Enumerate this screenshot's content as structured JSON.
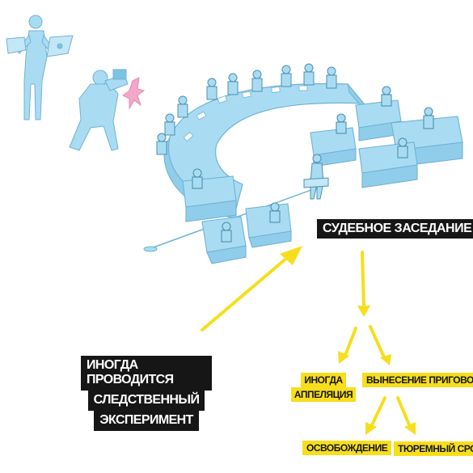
{
  "colors": {
    "illustration": "#a9dcf2",
    "illustration_dark": "#7fc3e3",
    "outline": "#4d8fb0",
    "arrow": "#f7de1d",
    "label_dark_bg": "#161616",
    "label_yellow_bg": "#f7de1d",
    "flash": "#f4a6c8"
  },
  "labels": {
    "court_session": "СУДЕБНОЕ ЗАСЕДАНИЕ",
    "experiment_line1": "ИНОГДА ПРОВОДИТСЯ",
    "experiment_line2": "СЛЕДСТВЕННЫЙ",
    "experiment_line3": "ЭКСПЕРИМЕНТ",
    "appeal_line1": "ИНОГДА",
    "appeal_line2": "АППЕЛЯЦИЯ",
    "verdict": "ВЫНЕСЕНИЕ ПРИГОВОРА",
    "release": "ОСВОБОЖДЕНИЕ",
    "prison": "ТЮРЕМНЫЙ СРОК"
  }
}
